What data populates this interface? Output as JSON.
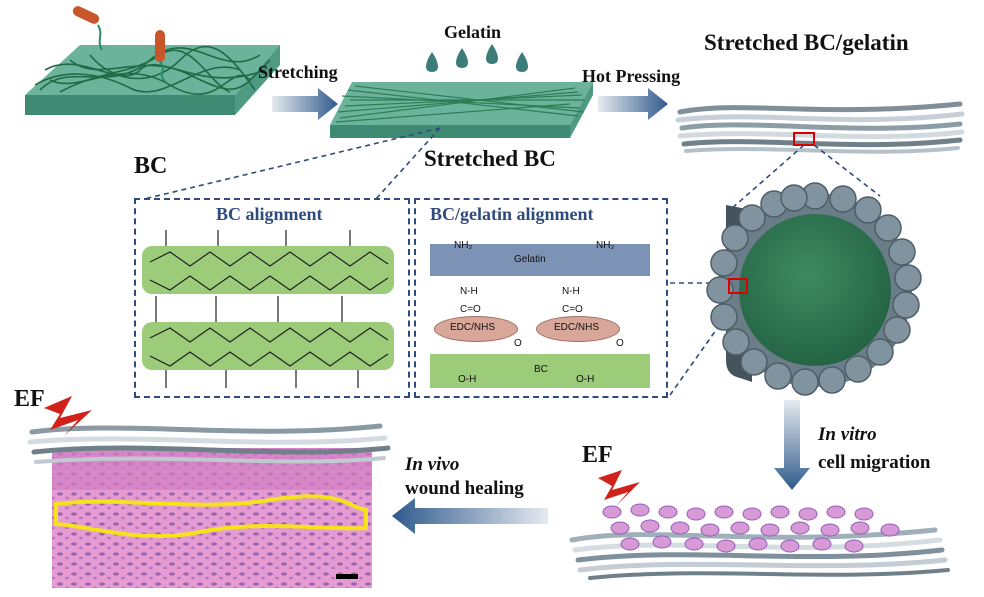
{
  "labels": {
    "bc": "BC",
    "stretching": "Stretching",
    "gelatin": "Gelatin",
    "stretched_bc": "Stretched BC",
    "hot_pressing": "Hot Pressing",
    "stretched_bc_gelatin": "Stretched BC/gelatin",
    "bc_alignment": "BC alignment",
    "bc_gelatin_alignment": "BC/gelatin alignment",
    "ef_left": "EF",
    "ef_right": "EF",
    "in_vivo": "In vivo",
    "wound_healing": "wound healing",
    "in_vitro": "In vitro",
    "cell_migration": "cell migration"
  },
  "chem": {
    "gelatin_bar": "Gelatin",
    "nh2": "NH₂",
    "nh": "N-H",
    "co": "C=O",
    "edc": "EDC/NHS",
    "o": "O",
    "bc_bar": "BC",
    "oh": "O-H"
  },
  "colors": {
    "mat_green": "#5fa891",
    "fiber_green": "#2e7d57",
    "arrow_blue": "#2f5a8c",
    "dashed_blue": "#2f4b7c",
    "gelatin_bar": "#7d93b5",
    "bc_bar": "#9ccc7a",
    "edc_oval": "#d9a79a",
    "tissue_pink": "#d98cc4",
    "bolt_red": "#d0221a",
    "highlight_yellow": "#f4e21a"
  }
}
